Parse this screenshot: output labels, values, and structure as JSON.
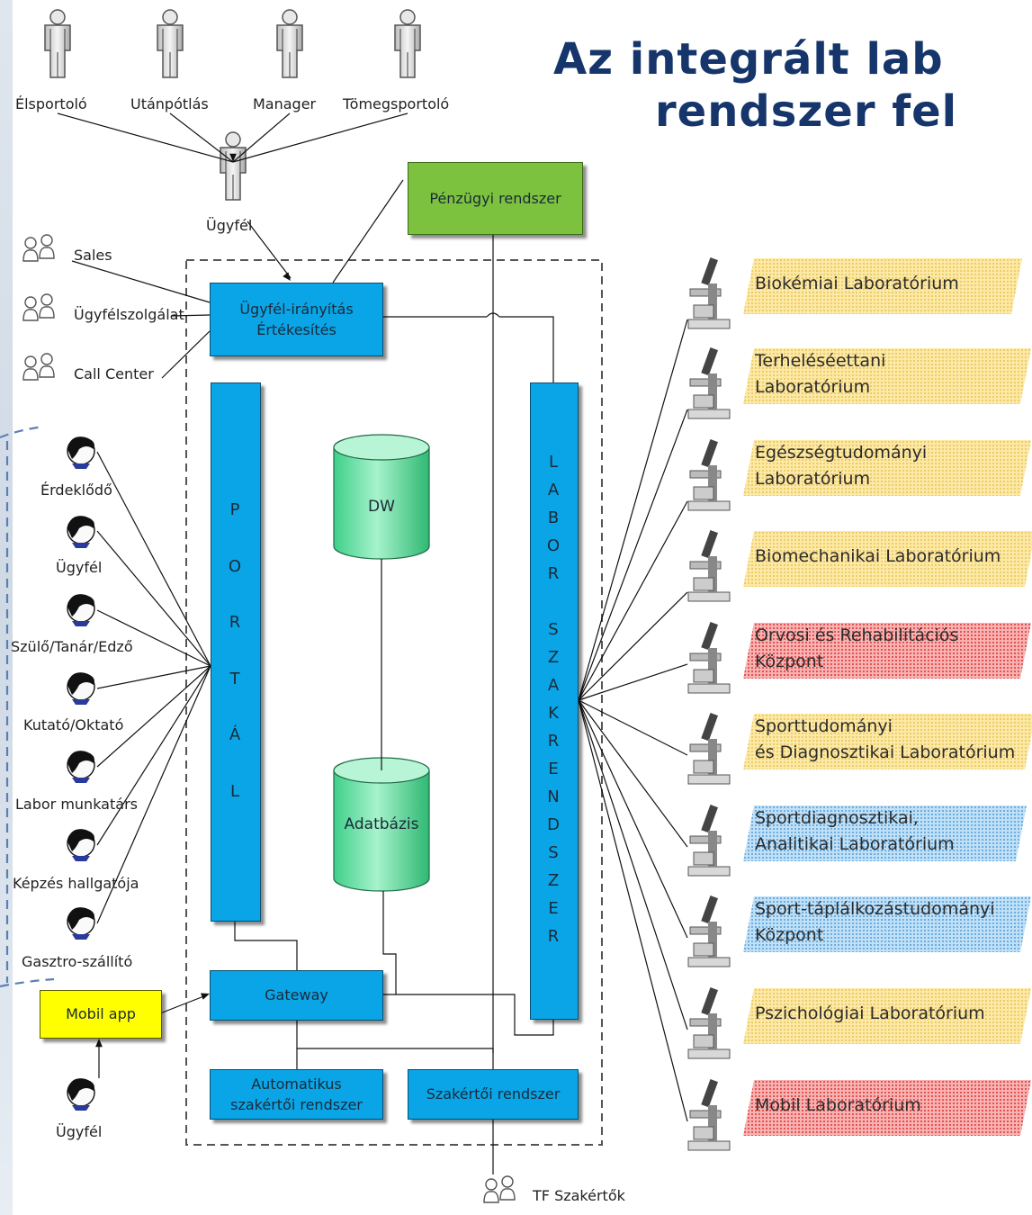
{
  "title": {
    "line1": "Az integrált lab",
    "line2": "rendszer fel"
  },
  "actors_top": [
    "Élsportoló",
    "Utánpótlás",
    "Manager",
    "Tömegsportoló"
  ],
  "client_actor": "Ügyfél",
  "group_actors": [
    "Sales",
    "Ügyfélszolgálat",
    "Call Center"
  ],
  "person_actors": [
    "Érdeklődő",
    "Ügyfél",
    "Szülő/Tanár/Edző",
    "Kutató/Oktató",
    "Labor munkatárs",
    "Képzés hallgatója",
    "Gasztro-szállító"
  ],
  "mobile_user": "Ügyfél",
  "experts": "TF Szakértők",
  "boxes": {
    "finance": "Pénzügyi rendszer",
    "crm": "Ügyfél-irányítás\nÉrtékesítés",
    "gateway": "Gateway",
    "mobile_app": "Mobil app",
    "auto_expert": "Automatikus\nszakértői rendszer",
    "expert": "Szakértői rendszer"
  },
  "portal_letters": [
    "P",
    "O",
    "R",
    "T",
    "Á",
    "L"
  ],
  "labor_letters": [
    "L",
    "A",
    "B",
    "O",
    "R",
    "",
    "S",
    "Z",
    "A",
    "K",
    "R",
    "E",
    "N",
    "D",
    "S",
    "Z",
    "E",
    "R"
  ],
  "databases": {
    "dw": "DW",
    "db": "Adatbázis"
  },
  "colors": {
    "box_blue": "#0aa5e6",
    "finance_green": "#7cc23e",
    "mobile_yellow": "#ffff00",
    "db_green": "#6ee0a8",
    "title_navy": "#15356b"
  },
  "labs": [
    {
      "name": "Biokémiai Laboratórium",
      "color": "yellow"
    },
    {
      "name": "Terheléséettani\nLaboratórium",
      "color": "yellow"
    },
    {
      "name": "Egészségtudományi\nLaboratórium",
      "color": "yellow"
    },
    {
      "name": "Biomechanikai Laboratórium",
      "color": "yellow"
    },
    {
      "name": "Orvosi és Rehabilitációs\nKözpont",
      "color": "red"
    },
    {
      "name": "Sporttudományi\nés Diagnosztikai Laboratórium",
      "color": "yellow"
    },
    {
      "name": "Sportdiagnosztikai,\nAnalitikai Laboratórium",
      "color": "blue"
    },
    {
      "name": "Sport-táplálkozástudományi\nKözpont",
      "color": "blue"
    },
    {
      "name": "Pszichológiai Laboratórium",
      "color": "yellow"
    },
    {
      "name": "Mobil Laboratórium",
      "color": "red"
    }
  ]
}
